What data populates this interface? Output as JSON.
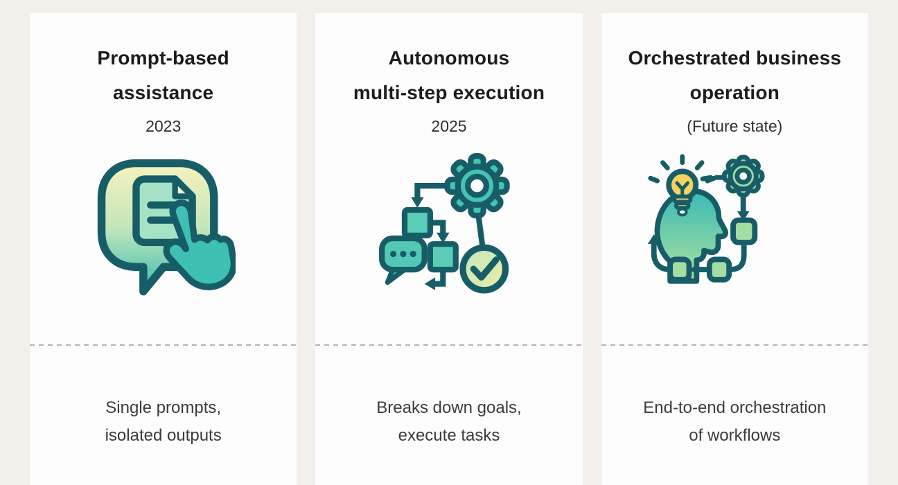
{
  "page": {
    "background_color": "#f3efeb",
    "card_color": "#fdfdfd",
    "divider_color": "#b6b2ae",
    "outline_color": "#175d68",
    "teal_color": "#47c2b1",
    "light_green_color": "#a6e2c5",
    "pale_yellow_color": "#f1f1bd",
    "bulb_yellow_color": "#f5d35e",
    "green_color": "#a4dda2"
  },
  "cards": [
    {
      "title_line1": "Prompt-based",
      "title_line2": "assistance",
      "subtitle": "2023",
      "icon": "chat-document-pointer",
      "desc_line1": "Single prompts,",
      "desc_line2": "isolated outputs"
    },
    {
      "title_line1": "Autonomous",
      "title_line2": "multi-step execution",
      "subtitle": "2025",
      "icon": "flowchart-gear-checkmark",
      "desc_line1": "Breaks down goals,",
      "desc_line2": "execute tasks"
    },
    {
      "title_line1": "Orchestrated business",
      "title_line2": "operation",
      "subtitle": "(Future state)",
      "icon": "head-lightbulb-workflow-cycle",
      "desc_line1": "End-to-end orchestration",
      "desc_line2": "of workflows"
    }
  ]
}
